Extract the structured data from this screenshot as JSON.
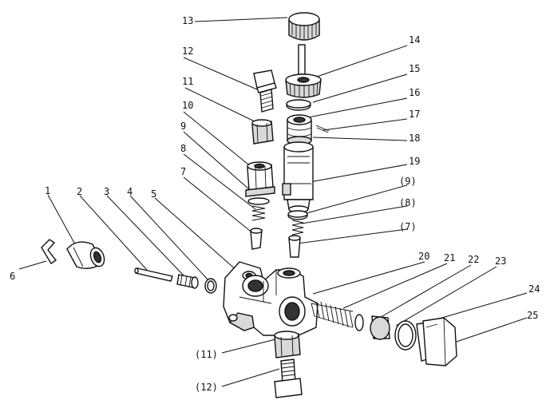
{
  "labels": [
    {
      "id": "1",
      "text": "1"
    },
    {
      "id": "2",
      "text": "2"
    },
    {
      "id": "3",
      "text": "3"
    },
    {
      "id": "4",
      "text": "4"
    },
    {
      "id": "5",
      "text": "5"
    },
    {
      "id": "6",
      "text": "6"
    },
    {
      "id": "7",
      "text": "7"
    },
    {
      "id": "8",
      "text": "8"
    },
    {
      "id": "9",
      "text": "9"
    },
    {
      "id": "10",
      "text": "10"
    },
    {
      "id": "11",
      "text": "11"
    },
    {
      "id": "12",
      "text": "12"
    },
    {
      "id": "13",
      "text": "13"
    },
    {
      "id": "14",
      "text": "14"
    },
    {
      "id": "15",
      "text": "15"
    },
    {
      "id": "16",
      "text": "16"
    },
    {
      "id": "17",
      "text": "17"
    },
    {
      "id": "18",
      "text": "18"
    },
    {
      "id": "19",
      "text": "19"
    },
    {
      "id": "9b",
      "text": "(9)"
    },
    {
      "id": "8b",
      "text": "(8)"
    },
    {
      "id": "7b",
      "text": "(7)"
    },
    {
      "id": "20",
      "text": "20"
    },
    {
      "id": "21",
      "text": "21"
    },
    {
      "id": "22",
      "text": "22"
    },
    {
      "id": "23",
      "text": "23"
    },
    {
      "id": "24",
      "text": "24"
    },
    {
      "id": "25",
      "text": "25"
    },
    {
      "id": "11b",
      "text": "(11)"
    },
    {
      "id": "12b",
      "text": "(12)"
    }
  ]
}
